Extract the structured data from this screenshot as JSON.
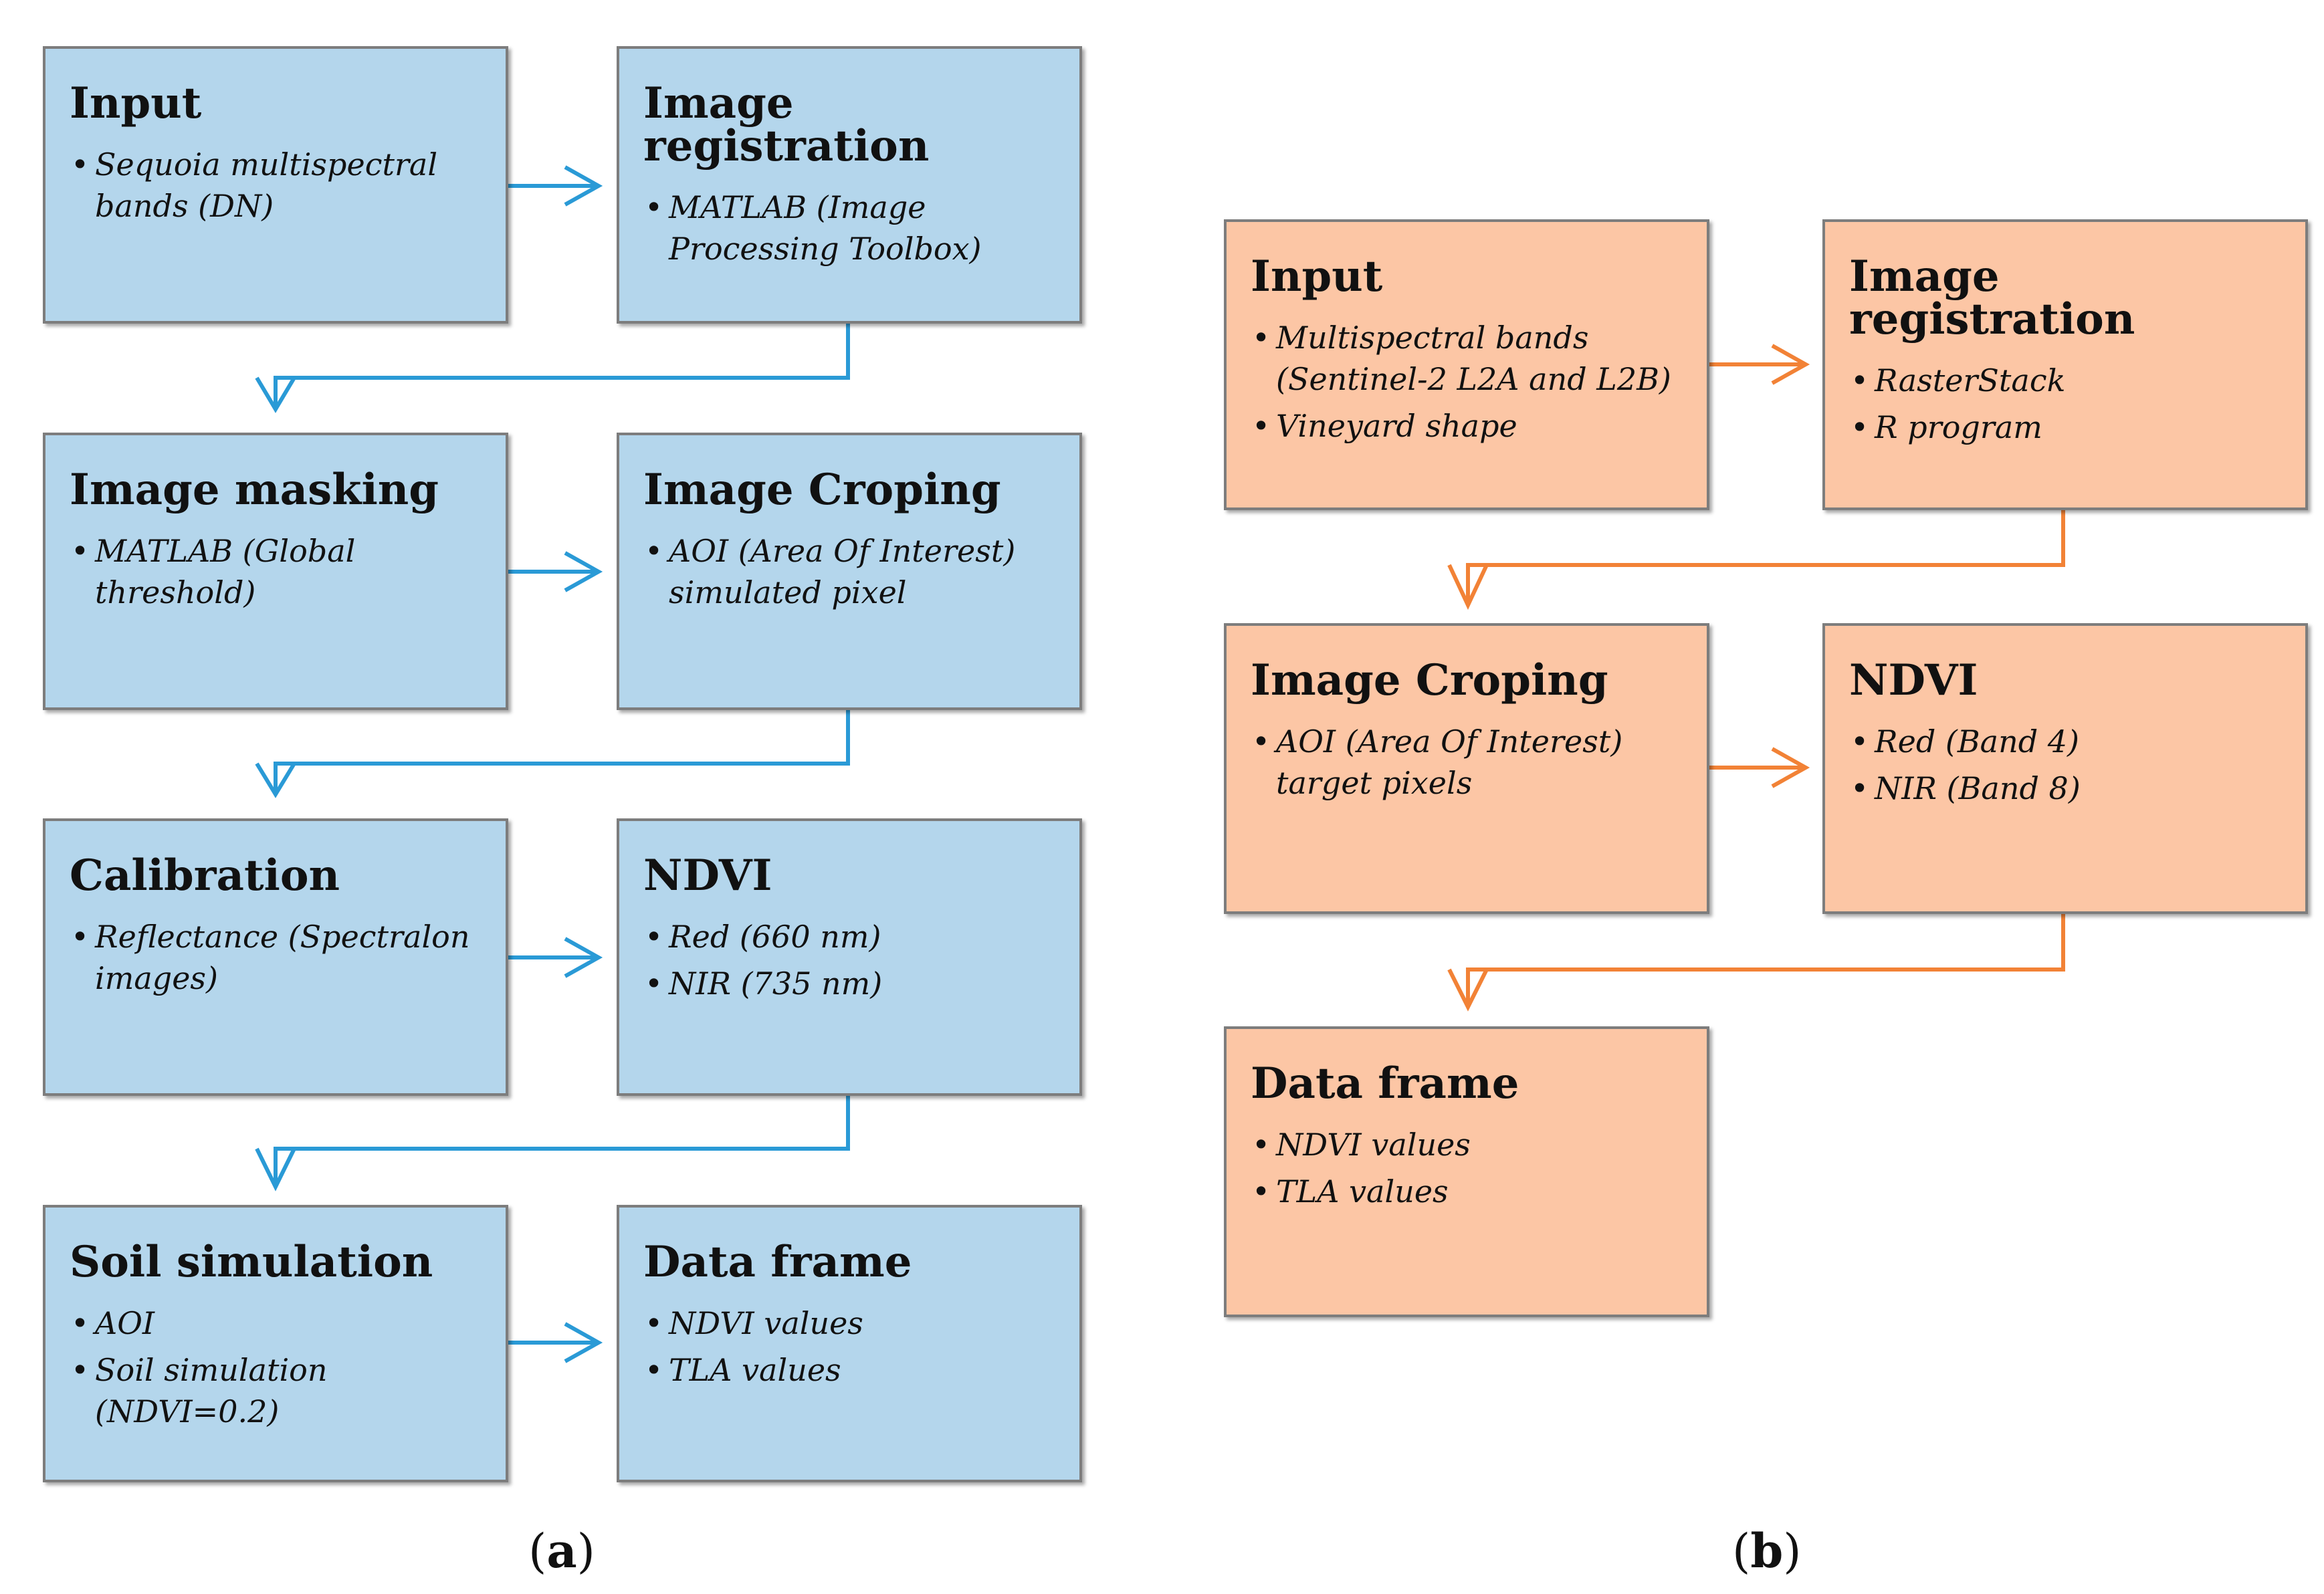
{
  "panel_a": {
    "label_open": "(",
    "label_letter": "a",
    "label_close": ")",
    "boxes": [
      {
        "title": "Input",
        "items": [
          "Sequoia multispectral bands (DN)"
        ]
      },
      {
        "title": "Image registration",
        "items": [
          "MATLAB (Image Processing Toolbox)"
        ]
      },
      {
        "title": "Image masking",
        "items": [
          "MATLAB (Global threshold)"
        ]
      },
      {
        "title": "Image Croping",
        "items": [
          "AOI (Area Of Interest) simulated pixel"
        ]
      },
      {
        "title": "Calibration",
        "items": [
          "Reflectance (Spectralon images)"
        ]
      },
      {
        "title": "NDVI",
        "items": [
          "Red (660 nm)",
          "NIR (735 nm)"
        ]
      },
      {
        "title": "Soil simulation",
        "items": [
          "AOI",
          "Soil simulation (NDVI=0.2)"
        ]
      },
      {
        "title": "Data frame",
        "items": [
          "NDVI values",
          "TLA values"
        ]
      }
    ]
  },
  "panel_b": {
    "label_open": "(",
    "label_letter": "b",
    "label_close": ")",
    "boxes": [
      {
        "title": "Input",
        "items": [
          "Multispectral bands (Sentinel-2 L2A and L2B)",
          "Vineyard shape"
        ]
      },
      {
        "title": "Image registration",
        "items": [
          "RasterStack",
          "R program"
        ]
      },
      {
        "title": "Image Croping",
        "items": [
          "AOI (Area Of Interest) target pixels"
        ]
      },
      {
        "title": "NDVI",
        "items": [
          "Red (Band 4)",
          "NIR (Band 8)"
        ]
      },
      {
        "title": "Data frame",
        "items": [
          "NDVI values",
          "TLA values"
        ]
      }
    ]
  },
  "colors": {
    "blue_box": "#b4d6ec",
    "blue_arrow": "#2a9ad6",
    "orange_box": "#fcc6a5",
    "orange_arrow": "#f28236",
    "border": "#7d7d7d"
  }
}
